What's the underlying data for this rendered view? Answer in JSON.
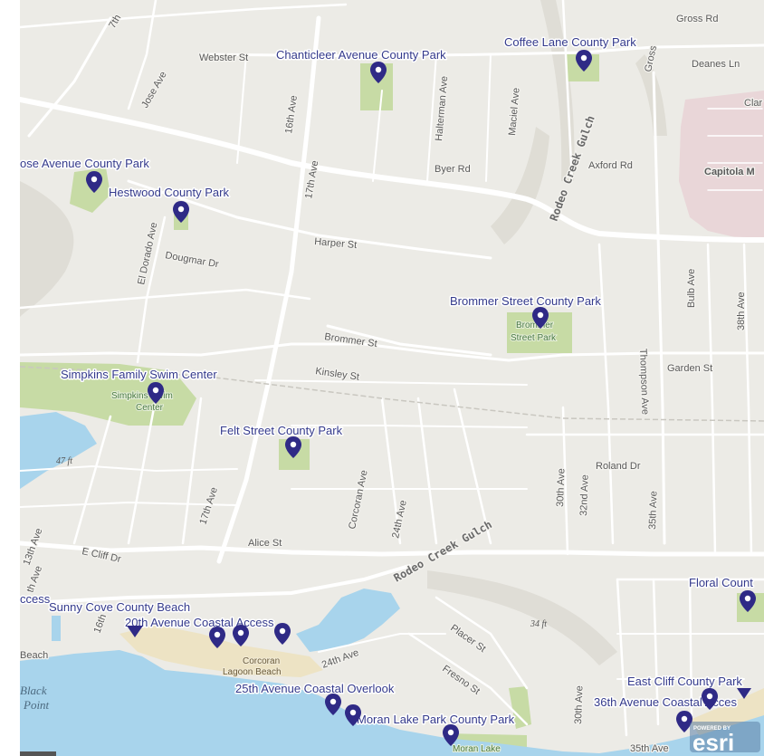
{
  "poi_labels": {
    "chanticleer": "Chanticleer Avenue County Park",
    "coffee": "Coffee Lane County Park",
    "jose": "ose Avenue County Park",
    "hestwood": "Hestwood County Park",
    "brommer": "Brommer Street County Park",
    "simpkins": "Simpkins Family Swim Center",
    "felt": "Felt Street County Park",
    "floral": "Floral Count",
    "sunny": "Sunny Cove County Beach",
    "twentieth": "20th Avenue Coastal Access",
    "access": "ccess",
    "twentyfifth": "25th Avenue Coastal Overlook",
    "moran": "Moran Lake Park County Park",
    "eastcliff": "East Cliff County Park",
    "thirtysixth": "36th Avenue Coastal Acces"
  },
  "streets": {
    "seventh": "7th",
    "webster": "Webster St",
    "gross": "Gross Rd",
    "deanes": "Deanes Ln",
    "gross_vertical": "Gross",
    "clar": "Clar",
    "jose_ave": "Jose Ave",
    "sixteenth": "16th Ave",
    "halterman": "Halterman Ave",
    "maciel": "Maciel Ave",
    "seventeenth": "17th Ave",
    "byer": "Byer Rd",
    "axford": "Axford Rd",
    "capitola": "Capitola M",
    "harper": "Harper St",
    "el_dorado": "El Dorado Ave",
    "dougmar": "Dougmar Dr",
    "brommer_st": "Brommer St",
    "kinsley": "Kinsley St",
    "thompson": "Thompson Ave",
    "bulb": "Bulb Ave",
    "thirtyeighth": "38th Ave",
    "garden": "Garden St",
    "roland": "Roland Dr",
    "thirtieth": "30th Ave",
    "thirtysecond": "32nd Ave",
    "thirtyfifth": "35th Ave",
    "corcoran_ave": "Corcoran Ave",
    "twentyfourth": "24th Ave",
    "seventeenth_south": "17th Ave",
    "alice": "Alice St",
    "e_cliff": "E Cliff Dr",
    "thirteenth": "13th Ave",
    "fourteenth": "th Ave",
    "sixteenth_south": "16th",
    "placer": "Placer St",
    "fresno": "Fresno St",
    "twentyfourth_south": "24th Ave",
    "thirtieth_south": "30th Ave",
    "thirtyfifth_south": "35th Ave"
  },
  "gulches": {
    "rodeo_north": "Rodeo Creek Gulch",
    "rodeo_south": "Rodeo Creek Gulch"
  },
  "park_names": {
    "brommer_1": "Brommer",
    "brommer_2": "Street Park",
    "simpkins_1": "Simpkins Swim",
    "simpkins_2": "Center",
    "corcoran_1": "Corcoran",
    "corcoran_2": "Lagoon Beach",
    "moran_lake": "Moran Lake"
  },
  "misc": {
    "beach": "Beach",
    "black_point_1": "Black",
    "black_point_2": "Point",
    "elev_47": "47 ft",
    "elev_34": "34 ft"
  },
  "attribution": {
    "powered_by": "POWERED BY",
    "brand": "esri"
  },
  "colors": {
    "land": "#ecebe6",
    "road": "#ffffff",
    "park": "#c7dba5",
    "water": "#a8d4ec",
    "sand": "#ede3c4",
    "marker": "#2f2a86",
    "label": "#343a8c",
    "commercial": "#e9d6d8"
  },
  "icons": {
    "marker": "map-pin-icon",
    "marker_down": "triangle-marker-icon"
  }
}
